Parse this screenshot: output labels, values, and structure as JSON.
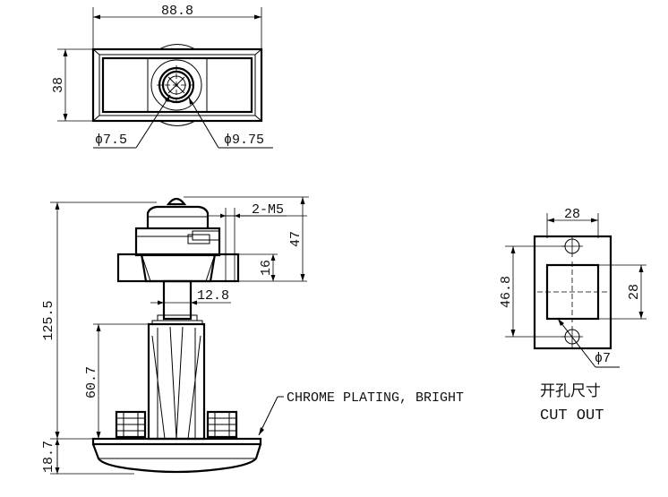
{
  "top_view": {
    "width_dim": "88.8",
    "height_dim": "38",
    "inner_dia": "ϕ7.5",
    "outer_dia": "ϕ9.75"
  },
  "side_view": {
    "screw_label": "2-M5",
    "head_height": "47",
    "flange_height": "16",
    "stem_width": "12.8",
    "overall_height": "125.5",
    "body_height": "60.7",
    "base_height": "18.7",
    "finish_note": "CHROME PLATING, BRIGHT"
  },
  "cutout": {
    "width_dim": "28",
    "height_dim": "46.8",
    "square_dim": "28",
    "hole_dia": "ϕ7",
    "title_cn": "开孔尺寸",
    "title_en": "CUT OUT"
  }
}
